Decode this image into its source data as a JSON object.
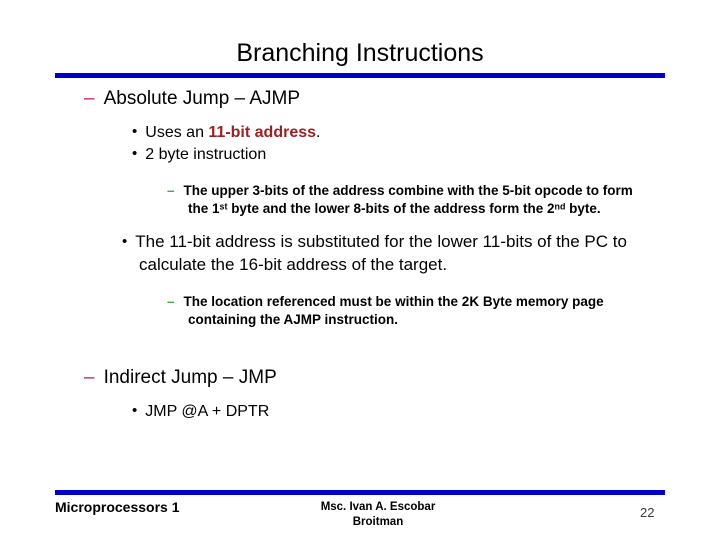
{
  "slide": {
    "title": "Branching Instructions",
    "page_number": "22",
    "accent_rule_color": "#0000CC",
    "level1_bullet_color": "#C02060",
    "level3_bullet_color": "#4CA64C",
    "highlight_color": "#992222",
    "dash_glyph": "–",
    "dot_glyph": "•"
  },
  "content": {
    "section1": {
      "heading": "Absolute Jump – AJMP",
      "sub1_prefix": "Uses an ",
      "sub1_highlight": "11-bit address",
      "sub1_suffix": ".",
      "sub2": "2 byte instruction",
      "detail1_part1": "The upper 3-bits of the address combine with the 5-bit opcode to form the 1",
      "detail1_sup1": "st",
      "detail1_part2": " byte and the lower 8-bits of the address form the 2",
      "detail1_sup2": "nd",
      "detail1_part3": " byte.",
      "sub3": "The 11-bit address is substituted for the lower 11-bits of the PC to calculate the 16-bit address of the target.",
      "detail2": "The location referenced must be within the 2K Byte memory page containing the AJMP instruction."
    },
    "section2": {
      "heading": "Indirect Jump – JMP",
      "sub1": "JMP  @A + DPTR"
    }
  },
  "footer": {
    "left": "Microprocessors 1",
    "center_line1": "Msc. Ivan A. Escobar",
    "center_line2": "Broitman",
    "page": "22"
  }
}
